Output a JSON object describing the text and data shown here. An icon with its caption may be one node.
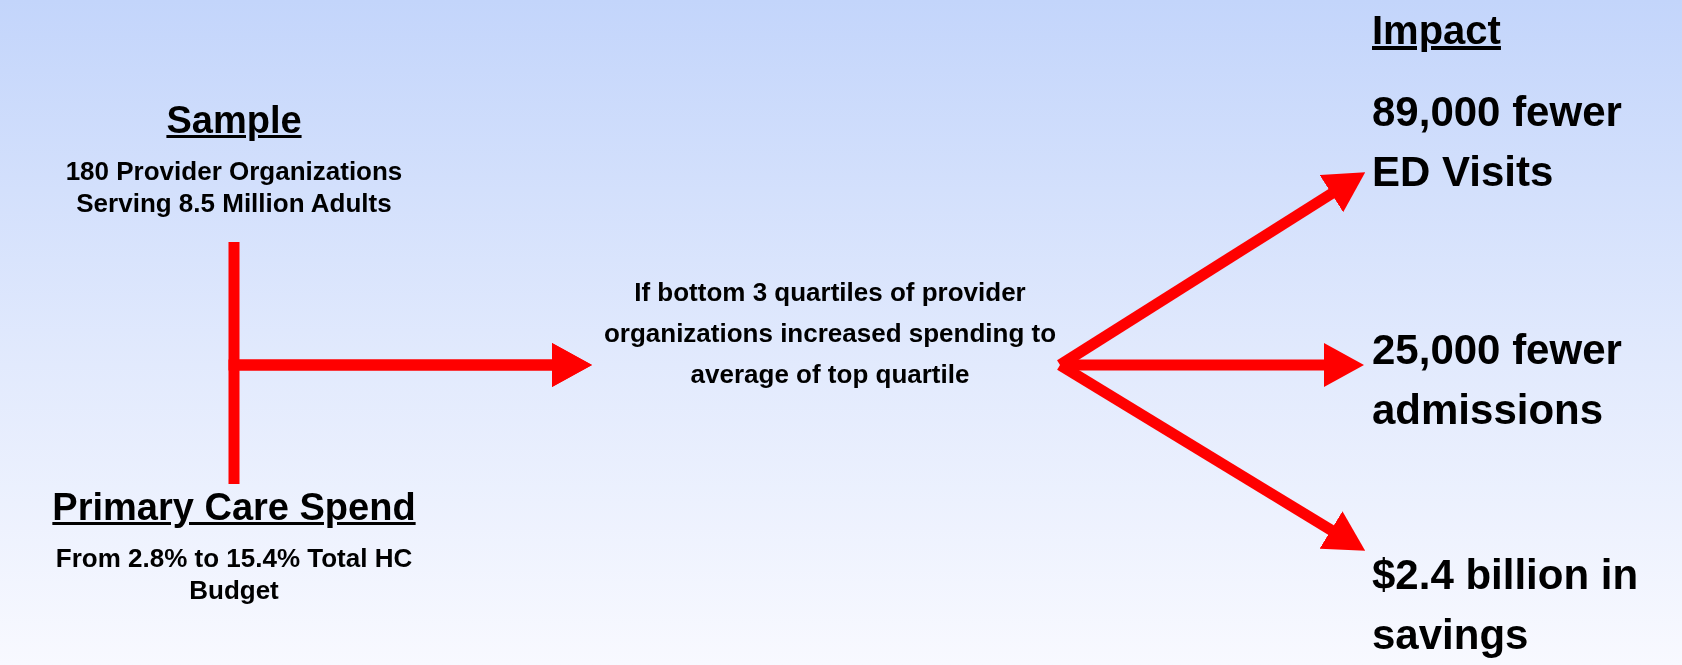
{
  "diagram": {
    "nodes": [
      {
        "text": [
          "Sample",
          "180 Provider Organizations Serving 8.5 Million Adults"
        ]
      },
      {
        "text": [
          "Primary Care Spend",
          "From 2.8% to 15.4% Total HC Budget"
        ]
      },
      {
        "text": [
          "If bottom 3 quartiles of provider organizations increased spending to average of top quartile"
        ]
      },
      {
        "text": [
          "89,000 fewer ED Visits"
        ]
      },
      {
        "text": [
          "25,000 fewer admissions"
        ]
      },
      {
        "text": [
          "$2.4 billion in savings"
        ]
      }
    ],
    "edges": [
      {
        "from": 0,
        "to": 2,
        "arrow": "to"
      },
      {
        "from": 1,
        "to": 2,
        "arrow": "to"
      },
      {
        "from": 2,
        "to": 3,
        "arrow": "to"
      },
      {
        "from": 2,
        "to": 4,
        "arrow": "to"
      },
      {
        "from": 2,
        "to": 5,
        "arrow": "to"
      }
    ],
    "labels": [
      "Impact"
    ]
  }
}
